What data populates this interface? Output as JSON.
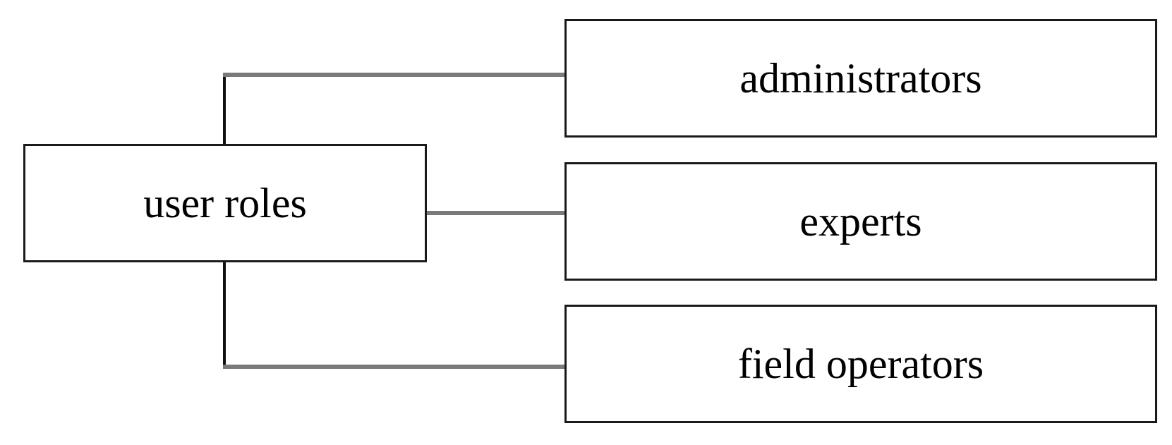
{
  "diagram": {
    "root": {
      "label": "user roles"
    },
    "children": [
      {
        "label": "administrators"
      },
      {
        "label": "experts"
      },
      {
        "label": "field operators"
      }
    ]
  },
  "colors": {
    "box_border": "#1a1a1a",
    "vertical_connector": "#111111",
    "horizontal_connector": "#7a7a7a",
    "background": "#ffffff"
  }
}
